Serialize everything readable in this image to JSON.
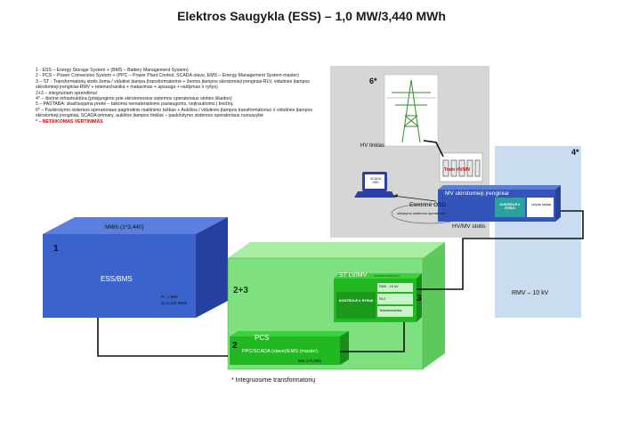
{
  "title": "Elektros Saugykla (ESS) – 1,0 MW/3,440 MWh",
  "legend": [
    "1 - ESS – Energy Storage System + (BMS – Battery Management System)",
    "2 - PCS – Power Conversion System + (PPC – Power Plant Control, SCADA-slave, EMS – Energy Management System-master)",
    "3 – ST - Transformatorių stotis žema / vidutinė įtampa (transformatorinė + žemos įtampos skirstomieji įrenginiai-RLV, vidutinės įtampos skirstomieji įrenginiai-RMV + telemechanika + matavimas + apsauga + valdymas ir ryšys)",
    "2+3 – integruotam sprendimui",
    "4* – išorinė infrastruktūra (prisijungimo prie skirstomosios sistemos operatoriaus stoties išlaidos)",
    "5 – PASTABA: skaičiuojama prekė – taikoma nematerialioms paslaugoms, neįtrauktoms į brėžinį.",
    "6* – Paskirstymo sistemos operatoriaus pagrindinis maitinimo taškas + Aukštos / vidutinės įtampos transformatorius ir vidutinės įtampos skirstomieji įrenginiai, SCADA-primary, aukštos įtampos tinklas – paskirstymo sistemos operatoriaus nuosavybė"
  ],
  "legend_note": "* – NETAIKOMAS VERTINIMAS",
  "ess": {
    "number": "1",
    "top_label": "MWh (1*3,440)",
    "name": "ESS/BMS",
    "p": "P= 1 MW",
    "q": "Q=3,440 MWh"
  },
  "pcs": {
    "number": "2",
    "group_number": "2+3",
    "name": "PCS",
    "sub": "PPC/SCADA (slave)/EMS (master)",
    "mw": "MW (1*0,836)"
  },
  "st": {
    "number": "3",
    "name": "ST LV/MV",
    "suffix": "transformatorius",
    "rmv": "RMV - 10 kV",
    "rlv": "RLV",
    "telemetry": "Telemechanika",
    "control": "KONTROLĖ ir RYŠIAI"
  },
  "dso": {
    "number": "6*",
    "hv": "HV tinklas",
    "scada": "SCADA OSD",
    "osd": "Elektrinė OSD",
    "osd_sub": "skirstymo sistemos operatorius",
    "switchgear": "MV skirstomieji įrenginiai",
    "station": "HV/MV stotis",
    "control": "KONTROLĖ ir RYŠIAI",
    "protection": "Linijinis taškas",
    "transformer": "Trafo HV/MV"
  },
  "ext": {
    "number": "4*",
    "rmv": "RMV – 10 kV"
  },
  "footnote": "* Integruosime transformatorių",
  "colors": {
    "ess_blue": "#3b63c4",
    "green": "#7ee07e",
    "dso_gray": "#d4d4d4",
    "ext_blue": "#c7dcf0",
    "red": "#e00000"
  }
}
